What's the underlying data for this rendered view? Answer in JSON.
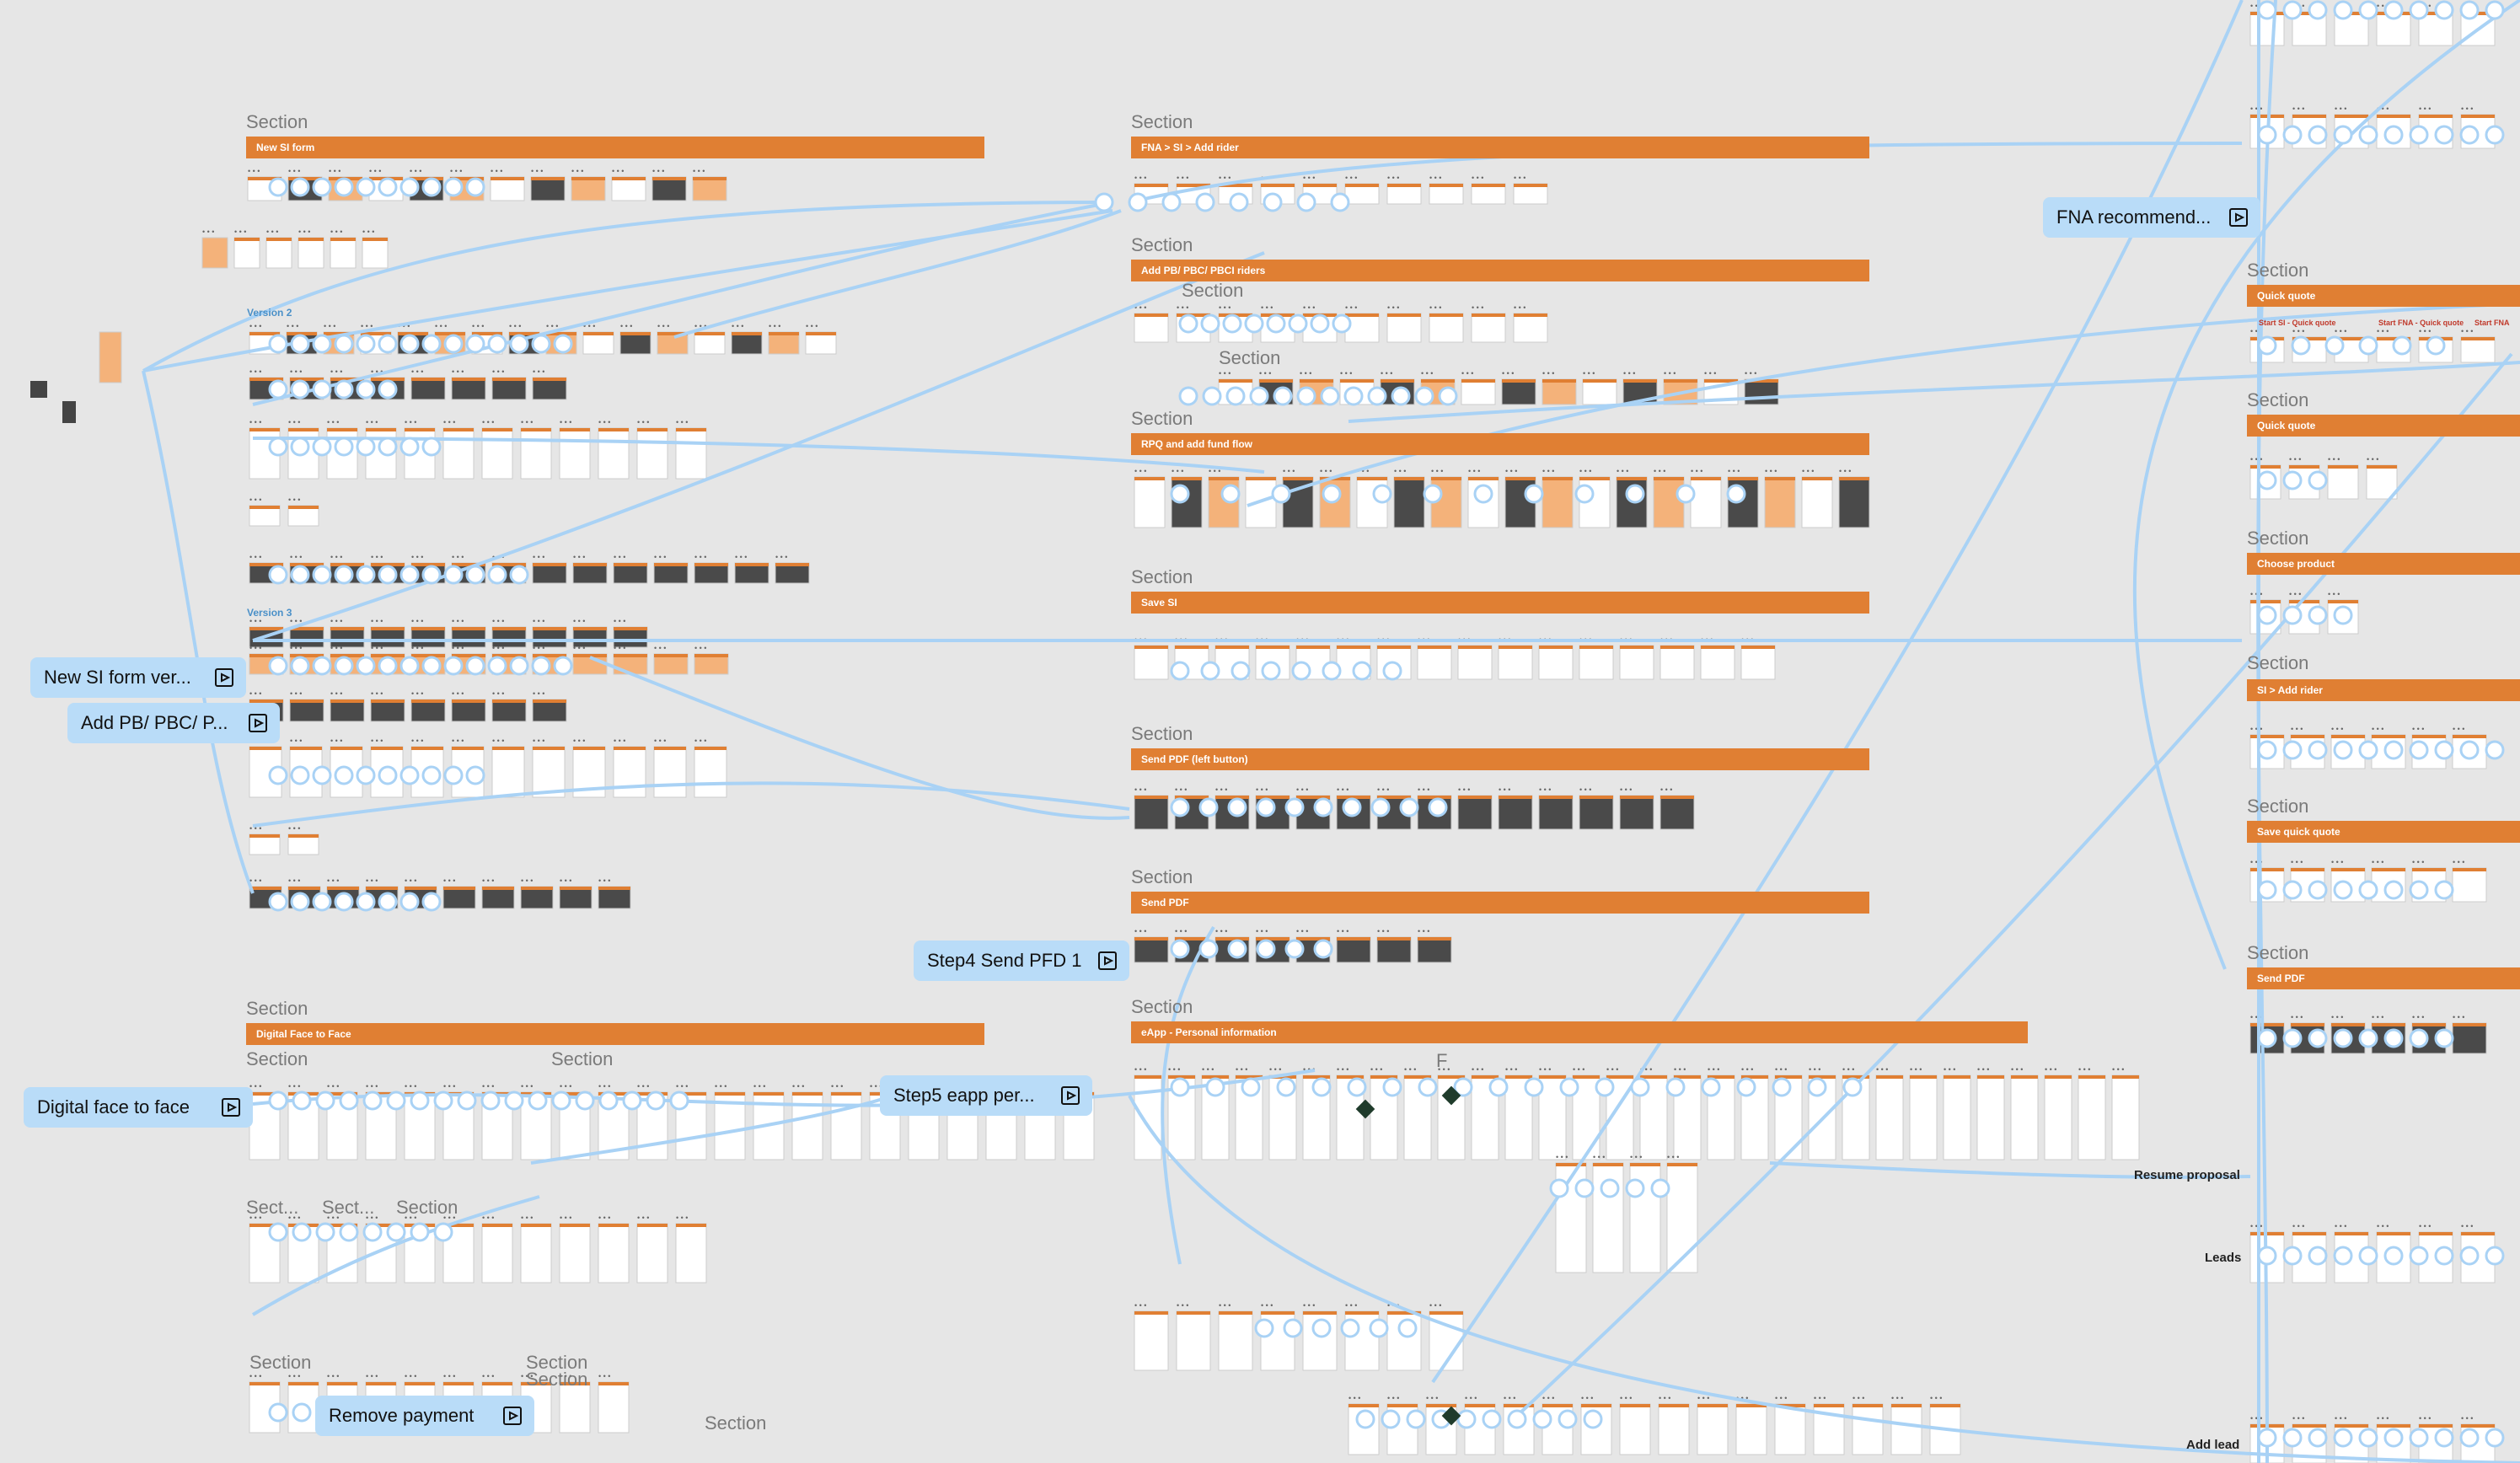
{
  "canvas": {
    "background": "#e6e6e6",
    "accent_orange": "#e07f33",
    "connector_blue": "#a9d2f5"
  },
  "sections": {
    "generic_label": "Section",
    "new_si_form": "New SI form",
    "fna_si_add_rider": "FNA > SI > Add rider",
    "add_pb_riders": "Add PB/ PBC/ PBCI riders",
    "rpq_fund_flow": "RPQ and add fund flow",
    "save_si": "Save SI",
    "send_pdf_left": "Send PDF (left button)",
    "send_pdf": "Send PDF",
    "digital_face_to_face": "Digital Face to Face",
    "eapp_personal_info": "eApp - Personal information",
    "quick_quote_1": "Quick quote",
    "quick_quote_2": "Quick quote",
    "choose_product": "Choose product",
    "si_add_rider": "SI > Add rider",
    "save_quick_quote": "Save quick quote",
    "send_pdf_right": "Send PDF",
    "short_1": "Sect...",
    "short_2": "Sect...",
    "short_3": "Section",
    "f_label": "F"
  },
  "version_labels": {
    "v2": "Version 2",
    "v3": "Version 3"
  },
  "side_labels": {
    "resume_proposal": "Resume proposal",
    "leads": "Leads",
    "add_lead": "Add lead"
  },
  "flows": {
    "new_si_form_ver": "New SI form ver...",
    "add_pb_pbc": "Add PB/ PBC/ P...",
    "digital_face_to_face": "Digital face to face",
    "step4_send_pfd": "Step4 Send PFD 1",
    "step5_eapp": "Step5 eapp per...",
    "fna_recommended": "FNA recommend...",
    "remove_payment": "Remove payment"
  },
  "quick_quote_frames": [
    "Start SI - Quick quote",
    "Start FNA - Quick quote",
    "Start FNA"
  ]
}
